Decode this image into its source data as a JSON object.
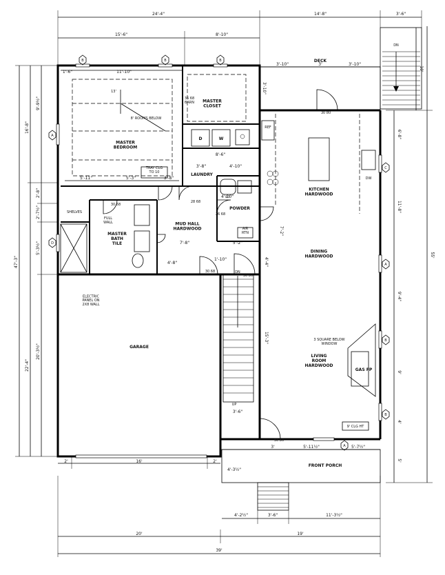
{
  "dimensions": {
    "top_left": "24'-4\"",
    "top_mid": "14'-8\"",
    "top_right": "3'-6\"",
    "second_left": "15'-6\"",
    "second_mid": "8'-10\"",
    "mb_width_1": "1'-6\"",
    "mb_width_2": "11'-10\"",
    "deck_1": "3'-10\"",
    "deck_2": "3'",
    "deck_3": "3'-10\"",
    "mb_bottom_1": "5'-11\"",
    "mb_bottom_2": "5'-3\"",
    "mb_bottom_3": "3'-8\"",
    "laundry_w": "8'-6\"",
    "laundry_a": "3'-8\"",
    "laundry_b": "4'-10\"",
    "powder_w": "4'-10\"",
    "mudhall_w": "7'-8\"",
    "mudhall_b": "5'-2\"",
    "bath_bottom": "4'-8\"",
    "stair_l": "1'-10\"",
    "stair_w": "3'-6\"",
    "garage_left": "2'",
    "garage_mid": "16'",
    "garage_right": "2'",
    "porch_a": "4'-2½\"",
    "porch_b": "3'-6\"",
    "porch_c": "11'-3½\"",
    "porch_top_a": "3'",
    "porch_top_b": "5'-11½\"",
    "porch_top_c": "5'-7½\"",
    "porch_side": "4'-3½\"",
    "bottom_a": "20'",
    "bottom_b": "19'",
    "bottom_total": "39'",
    "left_total": "47'-3\"",
    "left_mb": "16'-8\"",
    "left_garage": "22'-4\"",
    "left_garage_b": "20'-3½\"",
    "left_a": "9'-9½\"",
    "left_b": "5'-3½\"",
    "left_c": "2'-7½\"",
    "left_d": "2'-8\"",
    "right_total": "55'",
    "right_top": "10'",
    "right_a": "6'-8\"",
    "right_b": "11'-8\"",
    "right_c": "9'-4\"",
    "right_d": "9'",
    "right_e": "4'",
    "right_f": "5'",
    "hall_dim": "4'-4\"",
    "stair_run": "15'-3\"",
    "mb_wall": "3'-10\"",
    "fridge_dim": "7'-2\""
  },
  "rooms": {
    "master_bedroom": "MASTER\nBEDROOM",
    "master_closet": "MASTER\nCLOSET",
    "laundry": "LAUNDRY",
    "powder": "POWDER",
    "mud_hall": "MUD HALL\nHARDWOOD",
    "master_bath": "MASTER\nBATH\nTILE",
    "shelves": "SHELVES",
    "garage": "GARAGE",
    "kitchen": "KITCHEN\nHARDWOOD",
    "dining": "DINING\nHARDWOOD",
    "living": "LIVING\nROOM\nHARDWOOD",
    "deck": "DECK",
    "front_porch": "FRONT PORCH",
    "electric_panel": "ELECTRIC\nPANEL ON\n2X8 WALL"
  },
  "notes": {
    "tray_clg": "TRAY CLG\nTO 10",
    "barn": "36 68\nBARN",
    "dryer": "D",
    "washer": "W",
    "ref": "REF",
    "dw": "DW",
    "gas_fp": "GAS FP",
    "clg_ht": "9' CLG HT",
    "air_rtn": "AIR\nRTN",
    "full_wall": "FULL\nWALL",
    "dn_top": "DN",
    "dn_stair": "DN",
    "up": "UP",
    "window_note": "3 SQUARE BELOW\nWINDOW",
    "door_3068": "30 68",
    "door_2868": "28 68",
    "door_2668": "26 68",
    "door_3080": "30 80",
    "ceiling_note": "8' ROOMS BELOW",
    "ten_small": "10",
    "mb_side": "13'"
  },
  "window_tags": {
    "a": "A",
    "b": "B",
    "c": "C",
    "d": "D"
  }
}
